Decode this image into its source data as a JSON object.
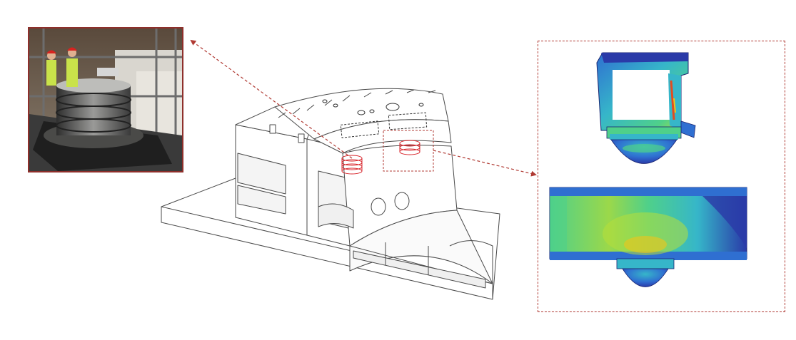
{
  "figure": {
    "panels": [
      "photo",
      "cad-model",
      "fea-results"
    ],
    "accent_color": "#b03a33",
    "photo_border_color": "#8e2f2b",
    "fea_colormap": [
      "#2a3aa8",
      "#2f6fd1",
      "#36b6c9",
      "#4fd08a",
      "#b6df3a",
      "#f0c419",
      "#e24b1f"
    ]
  }
}
